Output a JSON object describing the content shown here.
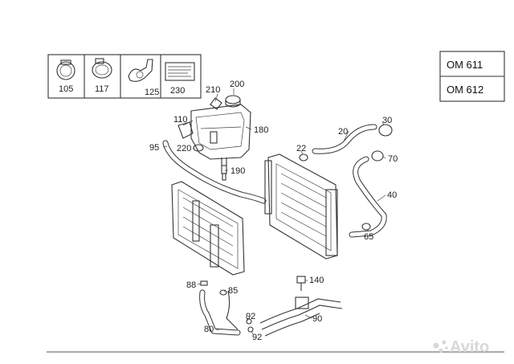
{
  "engine_codes": [
    "OM 611",
    "OM 612"
  ],
  "legend_parts": [
    "105",
    "117",
    "125",
    "230"
  ],
  "callouts": [
    "210",
    "200",
    "110",
    "180",
    "95",
    "220",
    "190",
    "20",
    "30",
    "22",
    "70",
    "40",
    "65",
    "88",
    "85",
    "140",
    "90",
    "92",
    "80",
    "92"
  ],
  "watermark": "Avito"
}
